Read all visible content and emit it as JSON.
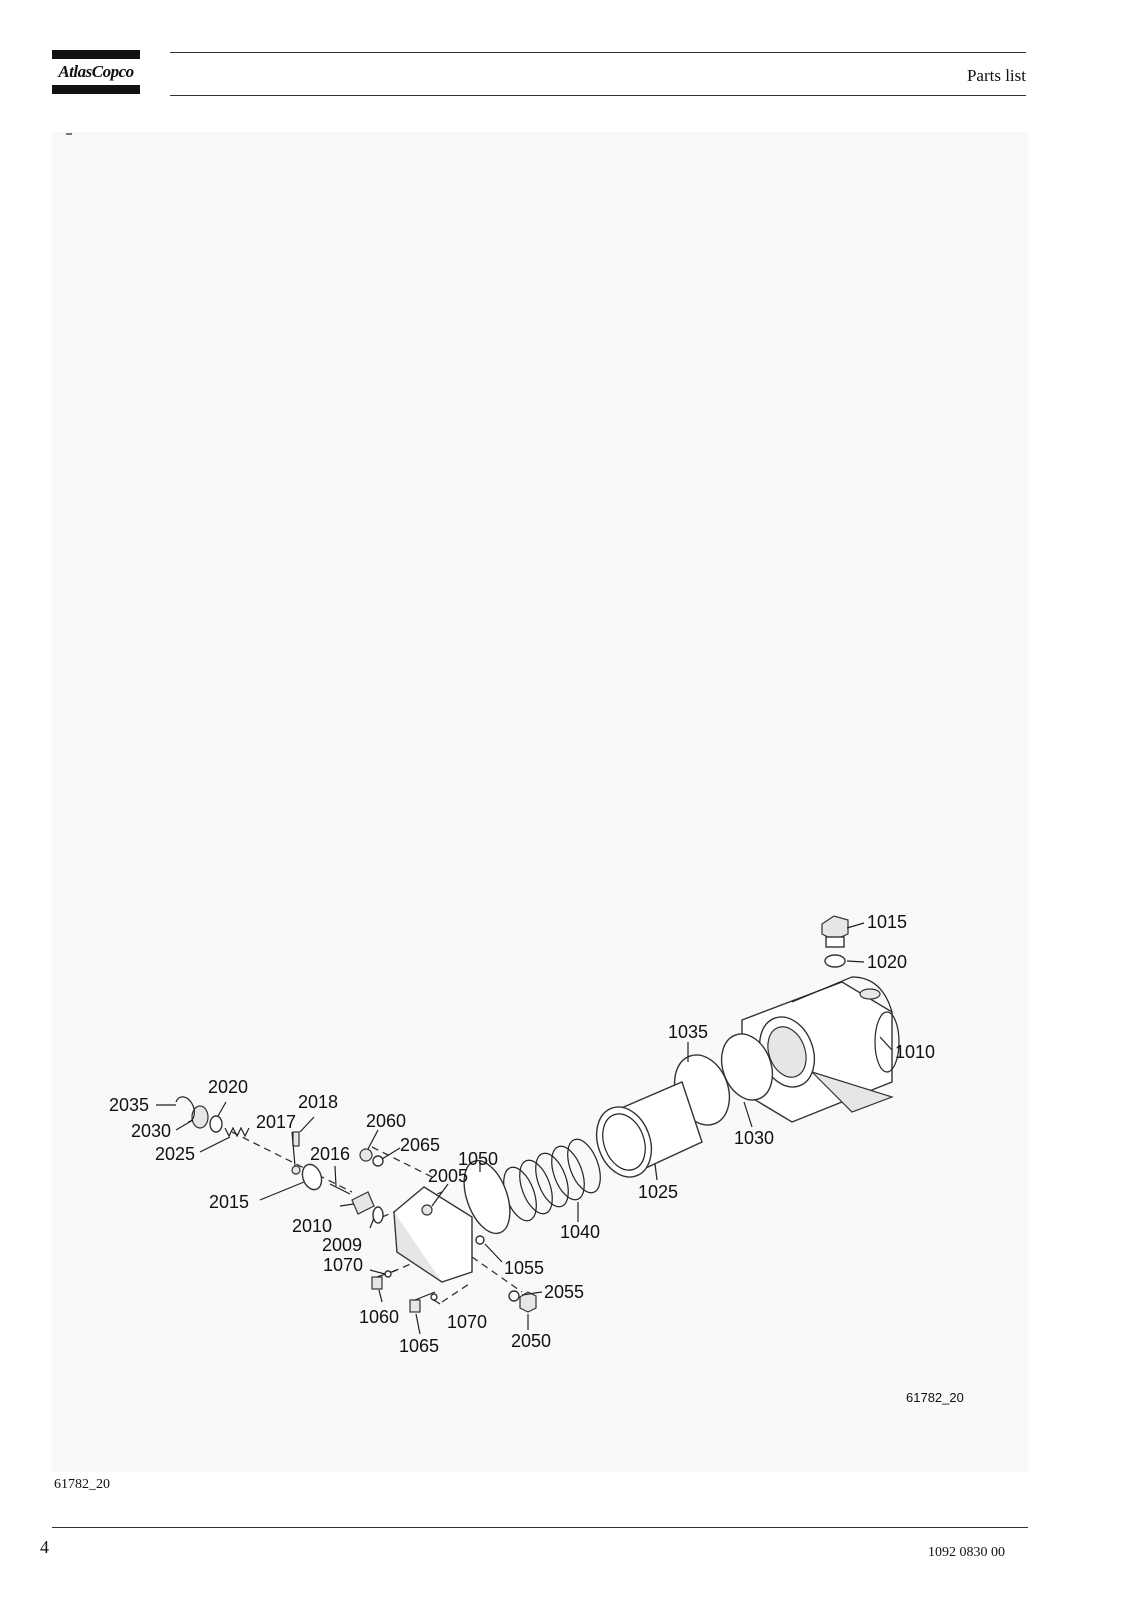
{
  "header": {
    "logo_text": "AtlasCopco",
    "title": "Parts list"
  },
  "figure": {
    "drawing_id": "61782_20",
    "callouts": {
      "c1015": "1015",
      "c1020": "1020",
      "c1035": "1035",
      "c1010": "1010",
      "c1030": "1030",
      "c1025": "1025",
      "c1040": "1040",
      "c1050": "1050",
      "c1055": "1055",
      "c2005": "2005",
      "c2055": "2055",
      "c2050": "2050",
      "c1070a": "1070",
      "c1070b": "1070",
      "c1060": "1060",
      "c1065": "1065",
      "c2009": "2009",
      "c2010": "2010",
      "c2016": "2016",
      "c2060": "2060",
      "c2065": "2065",
      "c2017": "2017",
      "c2018": "2018",
      "c2020": "2020",
      "c2035": "2035",
      "c2030": "2030",
      "c2025": "2025",
      "c2015": "2015"
    }
  },
  "caption": "61782_20",
  "footer": {
    "page_number": "4",
    "document_number": "1092 0830 00"
  }
}
